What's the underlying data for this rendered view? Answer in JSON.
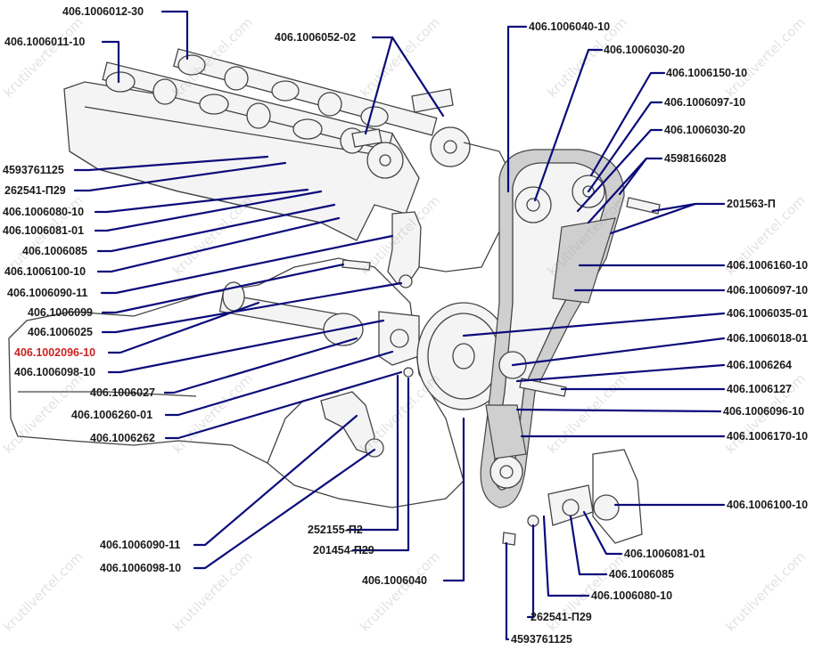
{
  "labels": {
    "l01": "406.1006012-30",
    "l02": "406.1006011-10",
    "l03": "406.1006052-02",
    "l04": "4593761125",
    "l05": "262541-П29",
    "l06": "406.1006080-10",
    "l07": "406.1006081-01",
    "l08": "406.1006085",
    "l09": "406.1006100-10",
    "l10": "406.1006090-11",
    "l11": "406.1006099",
    "l12": "406.1006025",
    "l13": "406.1002096-10",
    "l14": "406.1006098-10",
    "l15": "406.1006027",
    "l16": "406.1006260-01",
    "l17": "406.1006262",
    "l18": "406.1006090-11",
    "l19": "406.1006098-10",
    "l20": "252155-П2",
    "l21": "201454-П29",
    "l22": "406.1006040",
    "l23": "406.1006040-10",
    "l24": "406.1006030-20",
    "l25": "406.1006150-10",
    "l26": "406.1006097-10",
    "l27": "406.1006030-20",
    "l28": "4598166028",
    "l29": "201563-П",
    "l30": "406.1006160-10",
    "l31": "406.1006097-10",
    "l32": "406.1006035-01",
    "l33": "406.1006018-01",
    "l34": "406.1006264",
    "l35": "406.1006127",
    "l36": "406.1006096-10",
    "l37": "406.1006170-10",
    "l38": "406.1006100-10",
    "l39": "406.1006081-01",
    "l40": "406.1006085",
    "l41": "406.1006080-10",
    "l42": "262541-П29",
    "l43": "4593761125"
  },
  "watermark": "krutilvertel.com",
  "colors": {
    "leader": "#0b0b7a",
    "highlight_label": "#cc2222",
    "label": "#1a1a1a"
  }
}
